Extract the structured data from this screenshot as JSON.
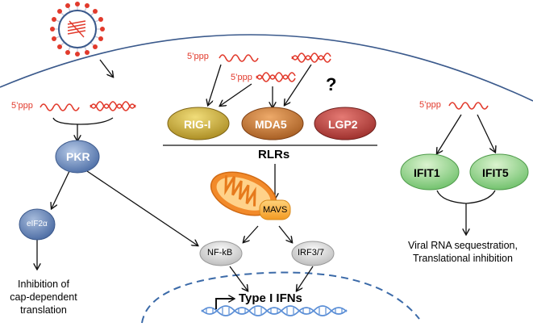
{
  "labels": {
    "five_ppp": "5’ppp",
    "pkr": "PKR",
    "eif2a": "eIF2α",
    "rig_i": "RIG-I",
    "mda5": "MDA5",
    "lgp2": "LGP2",
    "question": "?",
    "rlrs": "RLRs",
    "mavs": "MAVS",
    "nfkb": "NF-kB",
    "irf37": "IRF3/7",
    "type1": "Type I IFNs",
    "ifit1": "IFIT1",
    "ifit5": "IFIT5",
    "inhib_line1": "Inhibition of",
    "inhib_line2": "cap-dependent",
    "inhib_line3": "translation",
    "viral_line1": "Viral RNA sequestration,",
    "viral_line2": "Translational inhibition"
  },
  "colors": {
    "rna": "#e23a2c",
    "membrane": "#3b5a8c",
    "pkr": "#5f7fb6",
    "rig_i": "#b69a2c",
    "mda5": "#b76a2a",
    "lgp2": "#b23a36",
    "ifit": "#8fd08a",
    "mavs": "#f4a73a",
    "mito": "#f28a2a"
  }
}
